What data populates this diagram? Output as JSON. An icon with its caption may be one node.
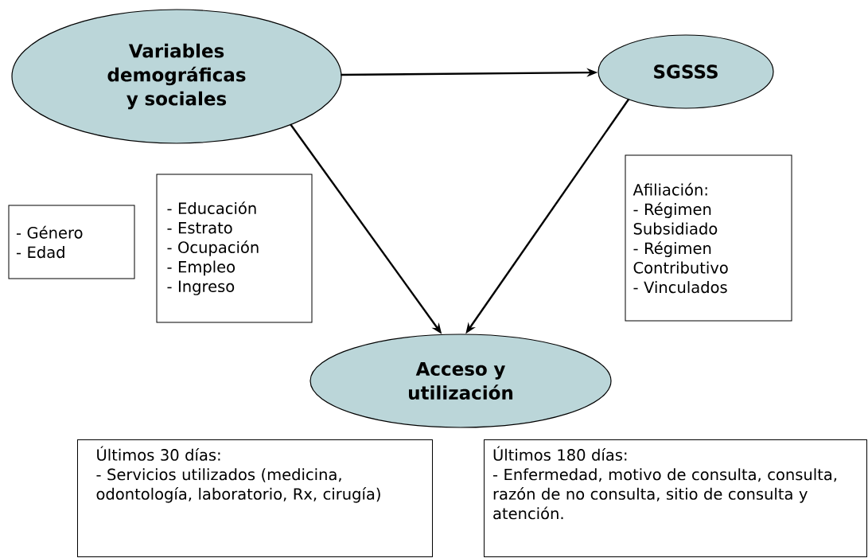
{
  "diagram": {
    "nodes": [
      {
        "text": [
          "Variables demográficas y sociales"
        ]
      },
      {
        "text": [
          "SGSSS"
        ]
      },
      {
        "text": [
          "Acceso y utilización"
        ]
      },
      {
        "text": [
          "- Género",
          "- Edad"
        ]
      },
      {
        "text": [
          "- Educación",
          "- Estrato",
          "- Ocupación",
          "- Empleo",
          "- Ingreso"
        ]
      },
      {
        "text": [
          "Afiliación:",
          "- Régimen Subsidiado",
          "- Régimen Contributivo",
          "- Vinculados"
        ]
      },
      {
        "text": [
          "Últimos 30 días:",
          "- Servicios utilizados (medicina, odontología, laboratorio, Rx, cirugía)"
        ]
      },
      {
        "text": [
          "Últimos 180 días:",
          "- Enfermedad, motivo de consulta, consulta, razón de no consulta, sitio de consulta y atención."
        ]
      }
    ],
    "edges": [
      {
        "from": 0,
        "to": 1,
        "arrow": "to"
      },
      {
        "from": 0,
        "to": 2,
        "arrow": "to"
      },
      {
        "from": 1,
        "to": 2,
        "arrow": "to"
      }
    ]
  }
}
